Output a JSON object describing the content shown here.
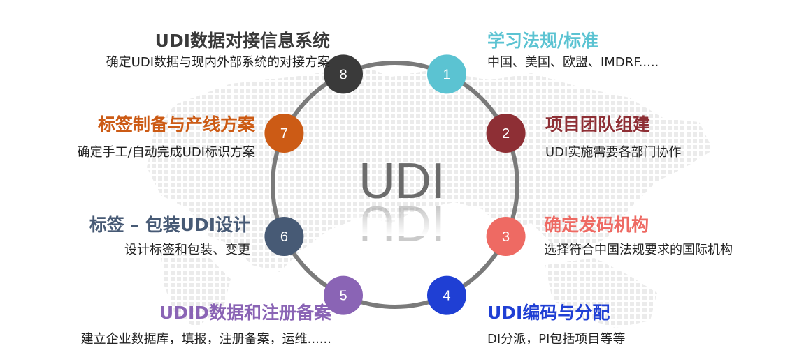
{
  "center": {
    "text": "UDI",
    "color": "#6b6b6b"
  },
  "ring_color": "#7a7a7a",
  "steps": [
    {
      "num": "1",
      "title": "学习法规/标准",
      "desc": "中国、美国、欧盟、IMDRF.....",
      "color": "#5bc3d2"
    },
    {
      "num": "2",
      "title": "项目团队组建",
      "desc": "UDI实施需要各部门协作",
      "color": "#8e2f35"
    },
    {
      "num": "3",
      "title": "确定发码机构",
      "desc": "选择符合中国法规要求的国际机构",
      "color": "#ee6a63"
    },
    {
      "num": "4",
      "title": "UDI编码与分配",
      "desc": "DI分派，PI包括项目等等",
      "color": "#1f3fd4"
    },
    {
      "num": "5",
      "title": "UDID数据和注册备案",
      "desc": "建立企业数据库，填报，注册备案，运维......",
      "color": "#8a64b5"
    },
    {
      "num": "6",
      "title": "标签 – 包装UDI设计",
      "desc": "设计标签和包装、变更",
      "color": "#475a75"
    },
    {
      "num": "7",
      "title": "标签制备与产线方案",
      "desc": "确定手工/自动完成UDI标识方案",
      "color": "#cc5b15"
    },
    {
      "num": "8",
      "title": "UDI数据对接信息系统",
      "desc": "确定UDI数据与现内外部系统的对接方案",
      "color": "#3a3a3a"
    }
  ]
}
